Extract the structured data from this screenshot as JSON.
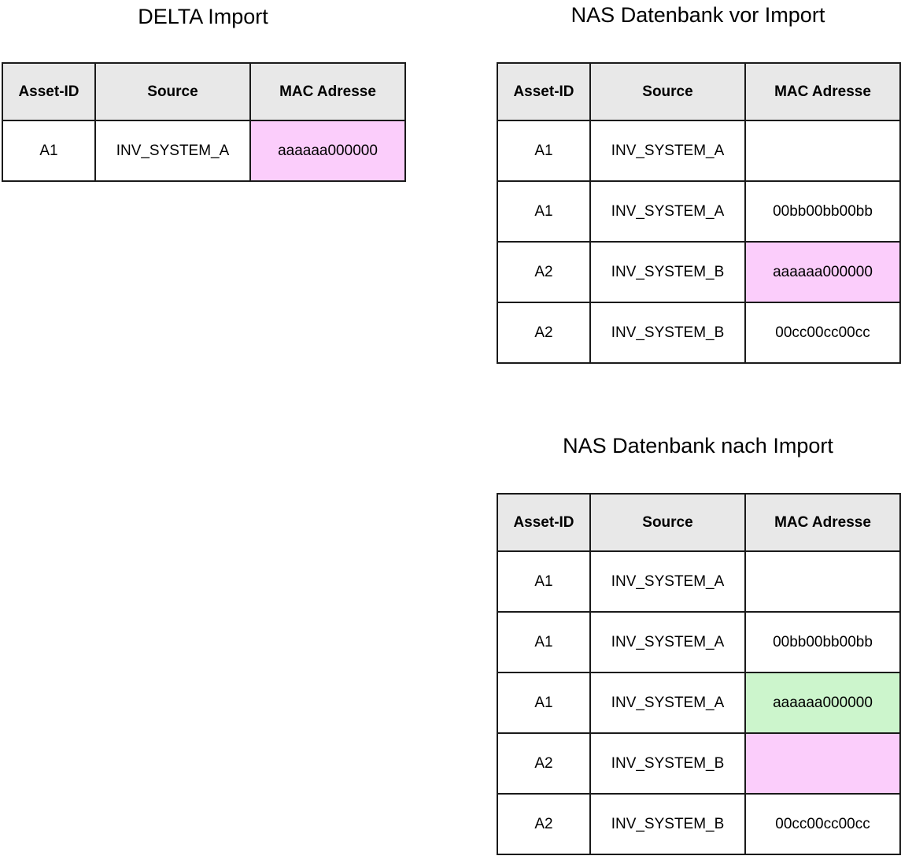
{
  "columns": {
    "asset_id": "Asset-ID",
    "source": "Source",
    "mac": "MAC Adresse"
  },
  "colors": {
    "header_bg": "#e8e8e8",
    "pink_fill": "#fbcdfb",
    "green_fill": "#ccf5cc",
    "red_border": "#ee0000",
    "green_border": "#00dd00",
    "grid_line": "#1a1a1a"
  },
  "panels": [
    {
      "id": "delta",
      "title": "DELTA Import",
      "headers": [
        "Asset-ID",
        "Source",
        "MAC Adresse"
      ],
      "rows": [
        {
          "asset_id": "A1",
          "source": "INV_SYSTEM_A",
          "mac": "aaaaaa000000",
          "bold": true,
          "mac_style": "fill-pink"
        }
      ]
    },
    {
      "id": "before",
      "title": "NAS Datenbank vor Import",
      "headers": [
        "Asset-ID",
        "Source",
        "MAC Adresse"
      ],
      "rows": [
        {
          "asset_id": "A1",
          "source": "INV_SYSTEM_A",
          "mac": "",
          "bold": false,
          "mac_style": ""
        },
        {
          "asset_id": "A1",
          "source": "INV_SYSTEM_A",
          "mac": "00bb00bb00bb",
          "bold": false,
          "mac_style": ""
        },
        {
          "asset_id": "A2",
          "source": "INV_SYSTEM_B",
          "mac": "aaaaaa000000",
          "bold": true,
          "mac_style": "mark-red"
        },
        {
          "asset_id": "A2",
          "source": "INV_SYSTEM_B",
          "mac": "00cc00cc00cc",
          "bold": false,
          "mac_style": ""
        }
      ]
    },
    {
      "id": "after",
      "title": "NAS Datenbank nach Import",
      "headers": [
        "Asset-ID",
        "Source",
        "MAC Adresse"
      ],
      "rows": [
        {
          "asset_id": "A1",
          "source": "INV_SYSTEM_A",
          "mac": "",
          "bold": false,
          "mac_style": ""
        },
        {
          "asset_id": "A1",
          "source": "INV_SYSTEM_A",
          "mac": "00bb00bb00bb",
          "bold": false,
          "mac_style": ""
        },
        {
          "asset_id": "A1",
          "source": "INV_SYSTEM_A",
          "mac": "aaaaaa000000",
          "bold": true,
          "mac_style": "mark-green"
        },
        {
          "asset_id": "A2",
          "source": "INV_SYSTEM_B",
          "mac": "",
          "bold": true,
          "mac_style": "fill-pink"
        },
        {
          "asset_id": "A2",
          "source": "INV_SYSTEM_B",
          "mac": "00cc00cc00cc",
          "bold": false,
          "mac_style": ""
        }
      ]
    }
  ]
}
